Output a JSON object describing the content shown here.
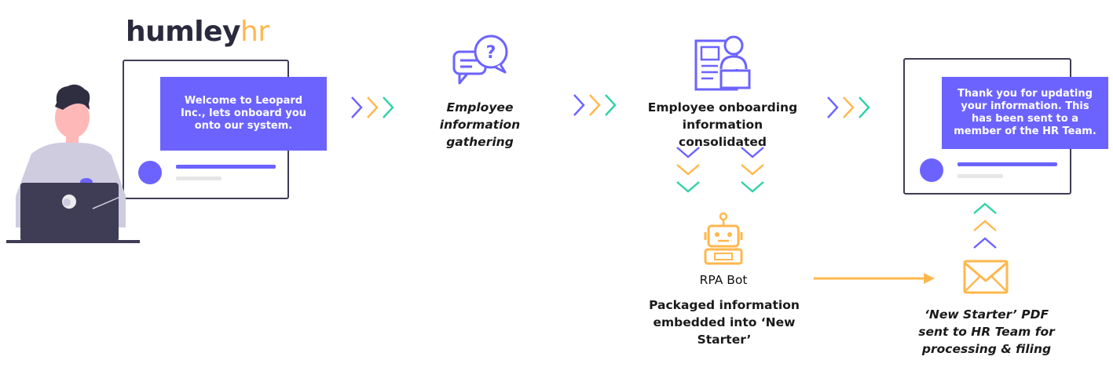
{
  "brand": {
    "name": "humley",
    "suffix": "hr",
    "accent": "#ffb74d",
    "dark": "#2b2a3d"
  },
  "colors": {
    "purple": "#6c63ff",
    "yellow": "#ffb74d",
    "green": "#2ed3a3",
    "dark": "#3f3d56"
  },
  "welcome_card": {
    "message": "Welcome to Leopard Inc., lets onboard you onto our system."
  },
  "steps": {
    "gathering": {
      "label": "Employee information gathering",
      "icon": "question-chat-icon"
    },
    "consolidated": {
      "label": "Employee onboarding information consolidated",
      "icon": "profile-document-icon"
    },
    "bot": {
      "title": "RPA Bot",
      "description": "Packaged information embedded into ‘New Starter’",
      "icon": "robot-icon"
    },
    "sent": {
      "label": "‘New Starter’ PDF sent to HR Team for processing & filing",
      "icon": "envelope-icon"
    }
  },
  "confirm_card": {
    "message": "Thank you for updating your information. This has been sent to a member of the HR Team."
  }
}
